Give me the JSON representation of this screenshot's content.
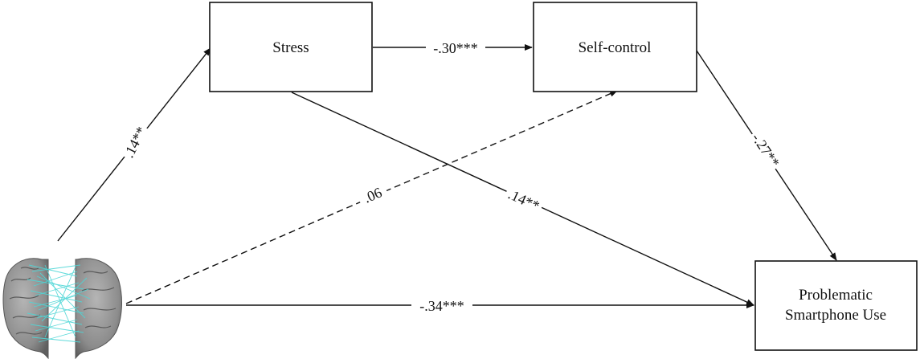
{
  "diagram": {
    "nodes": {
      "stress": {
        "label": "Stress"
      },
      "self_control": {
        "label": "Self-control"
      },
      "psu": {
        "line1": "Problematic",
        "line2": "Smartphone Use"
      },
      "brain": {
        "icon": "brain-connectivity-icon"
      }
    },
    "paths": {
      "brain_to_stress": ".14**",
      "stress_to_self_control": "-.30***",
      "brain_to_self_control": ".06",
      "stress_to_psu": ".14**",
      "self_control_to_psu": "-.27**",
      "brain_to_psu": "-.34***"
    },
    "colors": {
      "line": "#111111",
      "connectivity": "#4ed6d6",
      "brain_tissue": "#8a8a8a"
    }
  }
}
